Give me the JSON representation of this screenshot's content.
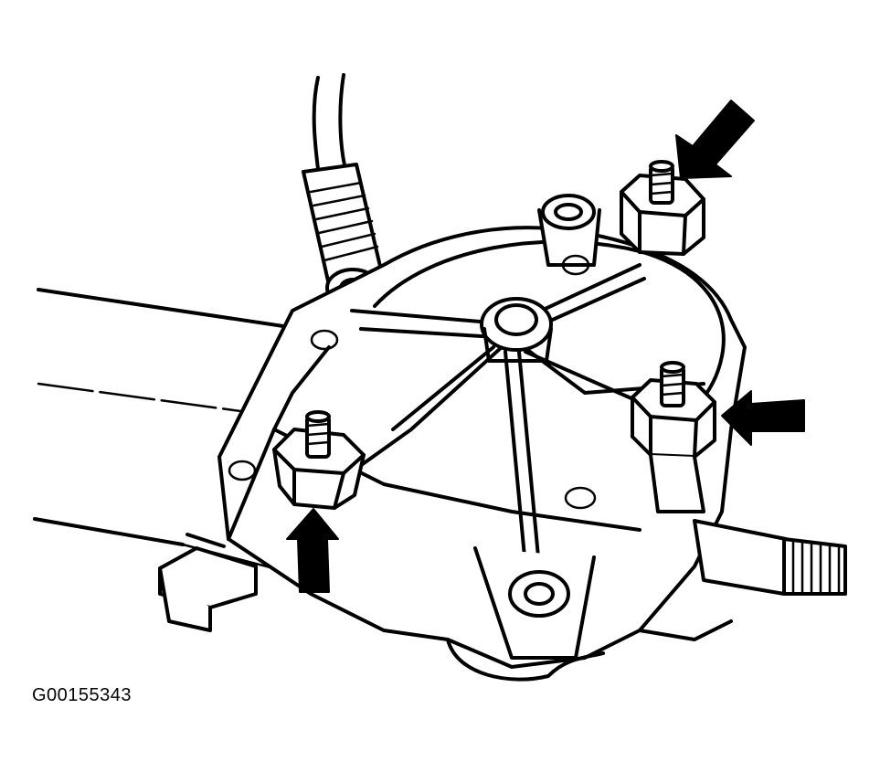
{
  "figure": {
    "code": "G00155343",
    "ink_color": "#000000",
    "paper_color": "#ffffff",
    "callout_arrows": [
      "upper-right-stud-arrow",
      "right-stud-arrow",
      "lower-left-stud-arrow"
    ],
    "icons": [
      "arrow-down-left-icon",
      "arrow-left-icon",
      "arrow-up-icon"
    ]
  }
}
